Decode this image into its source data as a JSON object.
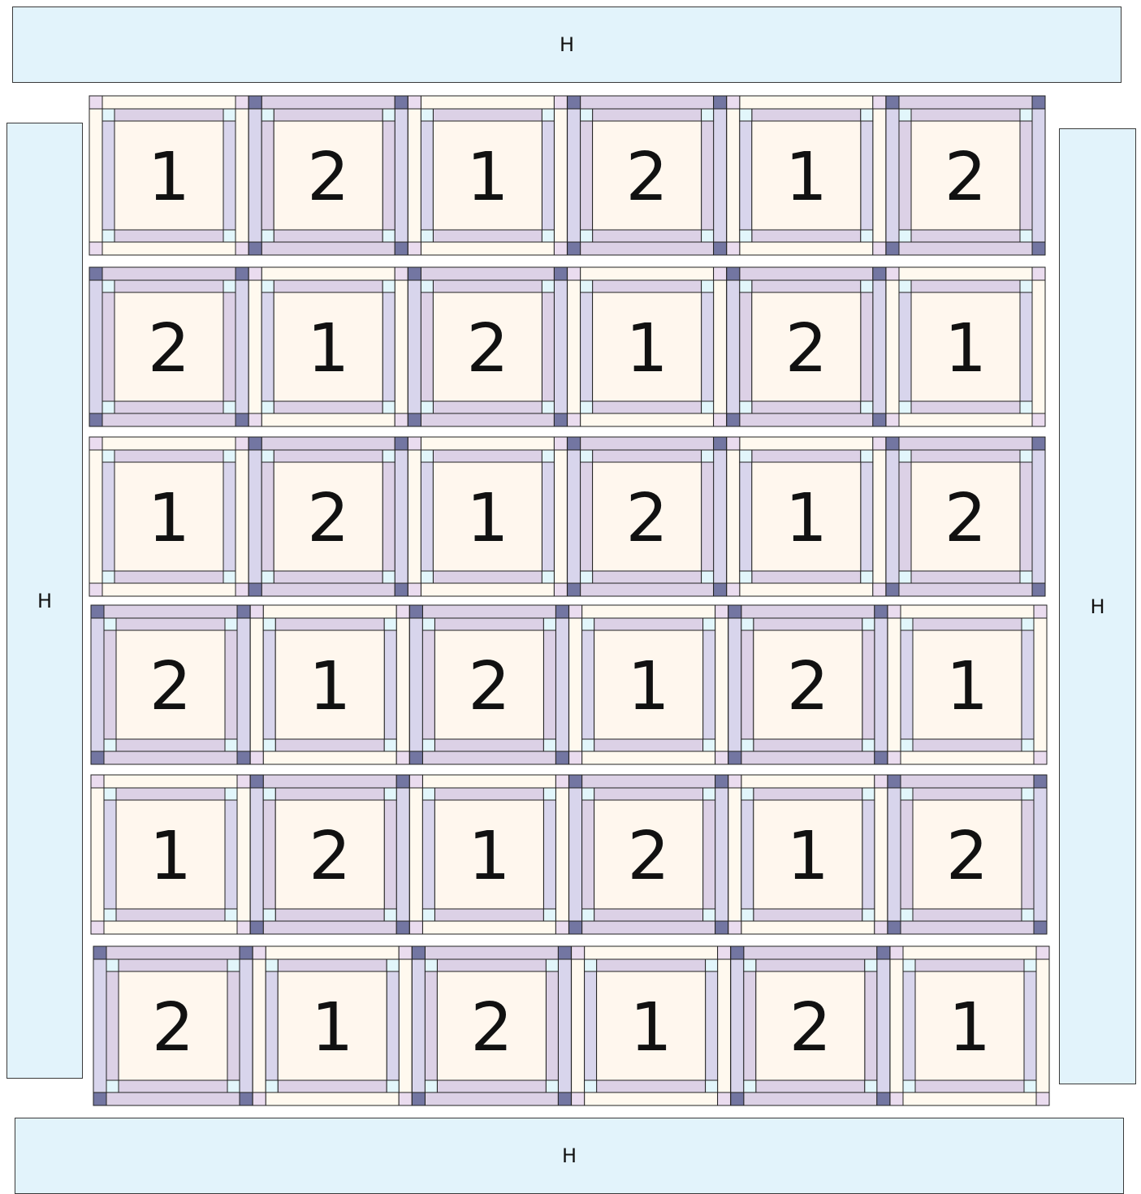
{
  "colors": {
    "panel": "#e2f3fb",
    "center": "#fff7ee",
    "lavender": "#dcd1e6",
    "periwinkle": "#d8d5ec",
    "cream": "#fff9ef",
    "cornerstone_light": "#e2f6fb",
    "cornerstone_dark": "#7376a2",
    "cornerstone_pink": "#eadcef",
    "outline": "#222222"
  },
  "borders": {
    "top": {
      "label": "H"
    },
    "left": {
      "label": "H"
    },
    "right": {
      "label": "H"
    },
    "bottom": {
      "label": "H"
    }
  },
  "blocks": {
    "rows": [
      [
        "1",
        "2",
        "1",
        "2",
        "1",
        "2"
      ],
      [
        "2",
        "1",
        "2",
        "1",
        "2",
        "1"
      ],
      [
        "1",
        "2",
        "1",
        "2",
        "1",
        "2"
      ],
      [
        "2",
        "1",
        "2",
        "1",
        "2",
        "1"
      ],
      [
        "1",
        "2",
        "1",
        "2",
        "1",
        "2"
      ],
      [
        "2",
        "1",
        "2",
        "1",
        "2",
        "1"
      ]
    ]
  }
}
